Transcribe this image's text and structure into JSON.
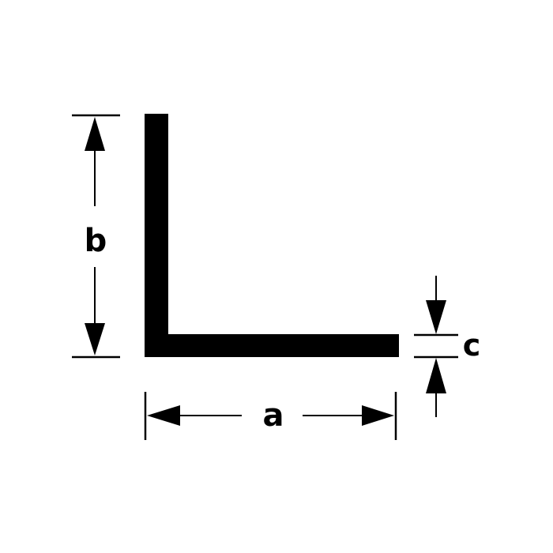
{
  "diagram": {
    "title": "L-profile angle cross-section with dimensions",
    "colors": {
      "stroke": "#000000",
      "fill": "#000000",
      "background": "#ffffff"
    },
    "profile": {
      "shape": "L-angle",
      "name": "angle-profile"
    },
    "dimensions": {
      "a": {
        "label": "a",
        "meaning": "width of horizontal leg"
      },
      "b": {
        "label": "b",
        "meaning": "height of vertical leg"
      },
      "c": {
        "label": "c",
        "meaning": "material thickness"
      }
    }
  }
}
